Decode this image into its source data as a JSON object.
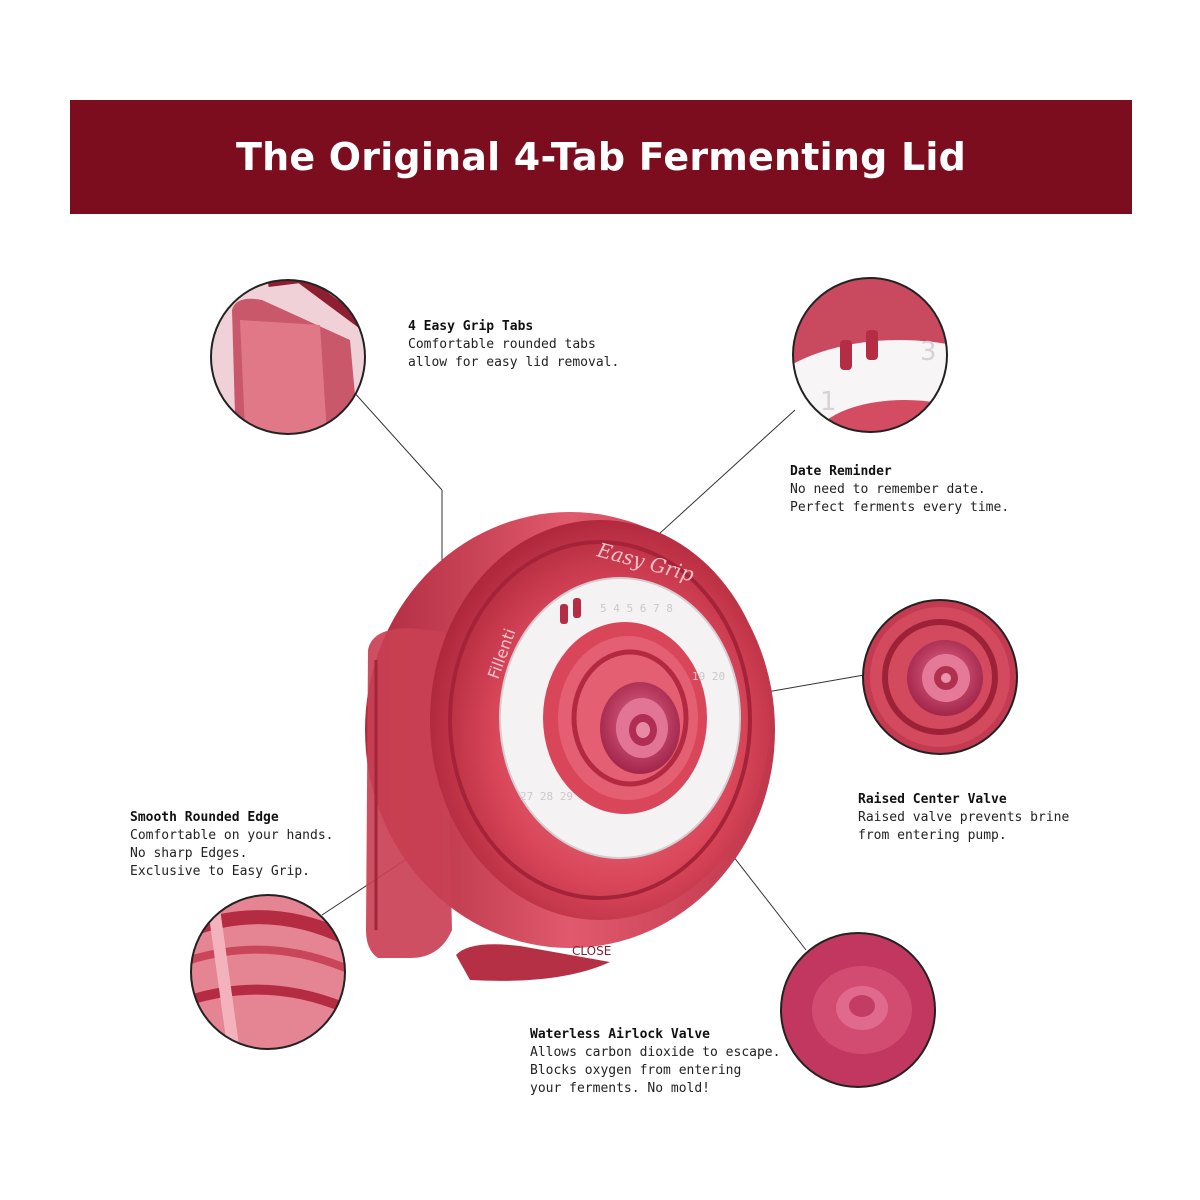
{
  "banner": {
    "title": "The Original 4-Tab Fermenting Lid"
  },
  "product": {
    "embossed_brand": "Easy Grip",
    "embossed_logo": "Fillenti",
    "embossed_close": "CLOSE"
  },
  "callouts": [
    {
      "heading": "4 Easy Grip Tabs",
      "lines": [
        "Comfortable rounded tabs",
        "allow for easy lid removal."
      ]
    },
    {
      "heading": "Date Reminder",
      "lines": [
        "No need to remember date.",
        "Perfect ferments every time."
      ]
    },
    {
      "heading": "Raised Center Valve",
      "lines": [
        "Raised valve prevents brine",
        "from entering pump."
      ]
    },
    {
      "heading": "Smooth Rounded Edge",
      "lines": [
        "Comfortable on your hands.",
        "No sharp Edges.",
        "Exclusive to Easy Grip."
      ]
    },
    {
      "heading": "Waterless Airlock Valve",
      "lines": [
        "Allows carbon dioxide to escape.",
        "Blocks oxygen from entering",
        "your ferments. No mold!"
      ]
    }
  ],
  "colors": {
    "banner": "#7b0d1e",
    "lid": "#d9465a",
    "valve": "#c23a5e",
    "date_ring": "#f4f2f3"
  }
}
